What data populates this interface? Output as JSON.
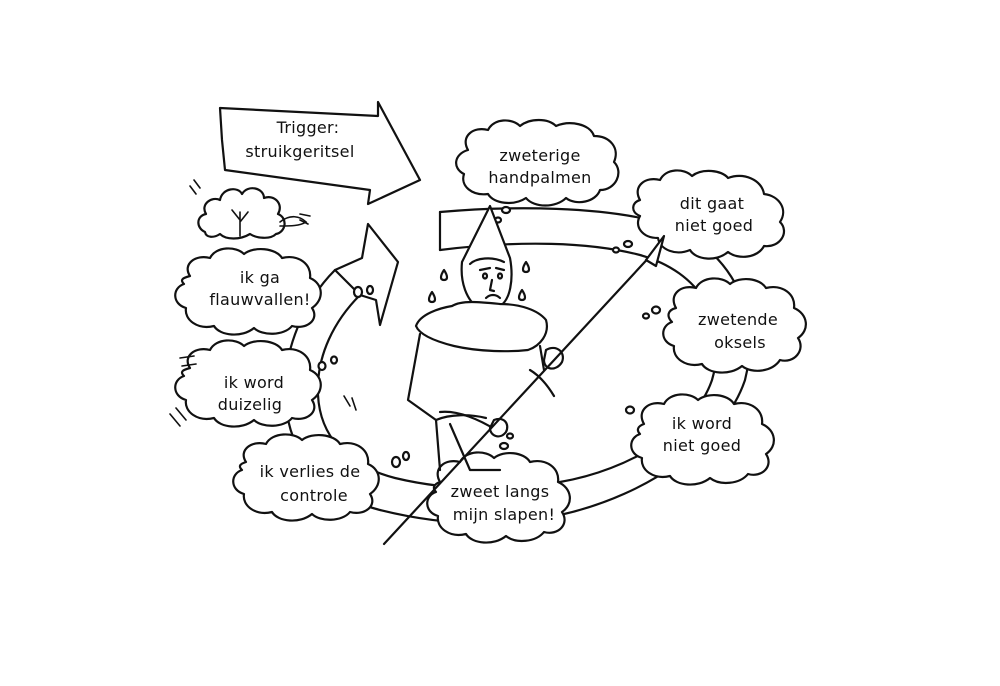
{
  "diagram": {
    "trigger_line1": "Trigger:",
    "trigger_line2": "struikgeritsel",
    "bubbles": {
      "zweterige_line1": "zweterige",
      "zweterige_line2": "handpalmen",
      "ditgaat_line1": "dit gaat",
      "ditgaat_line2": "niet goed",
      "oksels_line1": "zwetende",
      "oksels_line2": "oksels",
      "nietgoed_line1": "ik word",
      "nietgoed_line2": "niet goed",
      "slapen_line1": "zweet langs",
      "slapen_line2": "mijn slapen!",
      "controle_line1": "ik verlies de",
      "controle_line2": "controle",
      "duizelig_line1": "ik word",
      "duizelig_line2": "duizelig",
      "flauw_line1": "ik ga",
      "flauw_line2": "flauwvallen!"
    }
  }
}
